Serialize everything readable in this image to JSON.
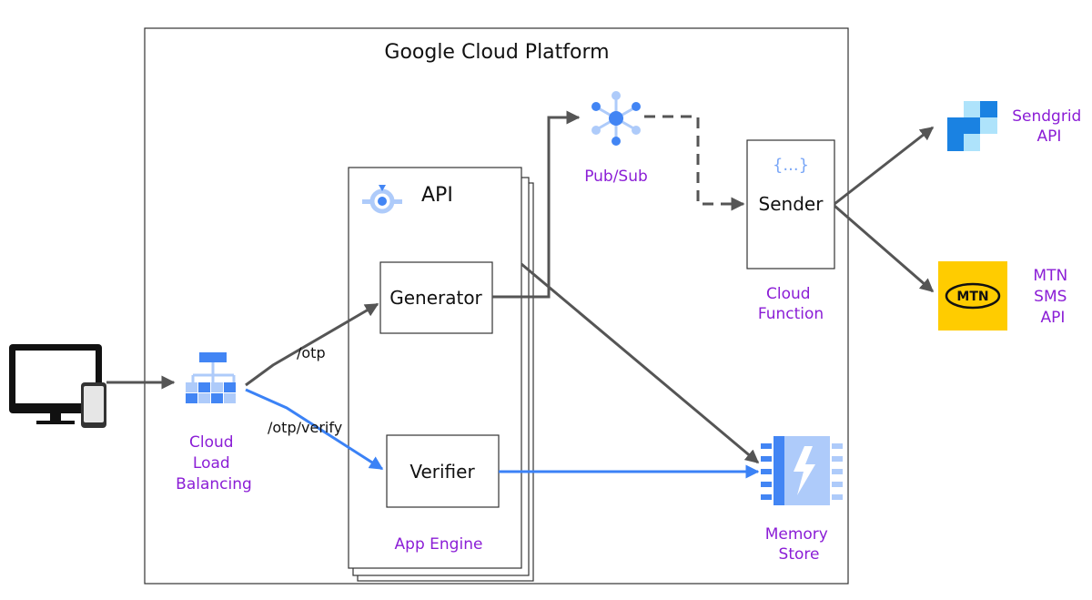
{
  "diagram": {
    "container_title": "Google Cloud Platform",
    "app_engine": {
      "title": "API",
      "caption": "App Engine",
      "generator": "Generator",
      "verifier": "Verifier"
    },
    "routes": {
      "otp": "/otp",
      "otp_verify": "/otp/verify"
    },
    "load_balancer": {
      "caption_lines": [
        "Cloud",
        "Load",
        "Balancing"
      ]
    },
    "pubsub": {
      "caption": "Pub/Sub"
    },
    "cloud_function": {
      "sender": "Sender",
      "caption_lines": [
        "Cloud",
        "Function"
      ],
      "icon_glyph": "{...}"
    },
    "memory_store": {
      "caption_lines": [
        "Memory",
        "Store"
      ]
    },
    "sendgrid": {
      "caption_lines": [
        "Sendgrid",
        "API"
      ]
    },
    "mtn": {
      "logo_text": "MTN",
      "caption_lines": [
        "MTN",
        "SMS",
        "API"
      ]
    },
    "colors": {
      "purple_text": "#8b1ed6",
      "arrow_gray": "#555555",
      "arrow_blue": "#3b82f6",
      "gcp_blue_dark": "#4285f4",
      "gcp_blue_light": "#aecbfa",
      "mtn_yellow": "#ffcc00"
    }
  }
}
